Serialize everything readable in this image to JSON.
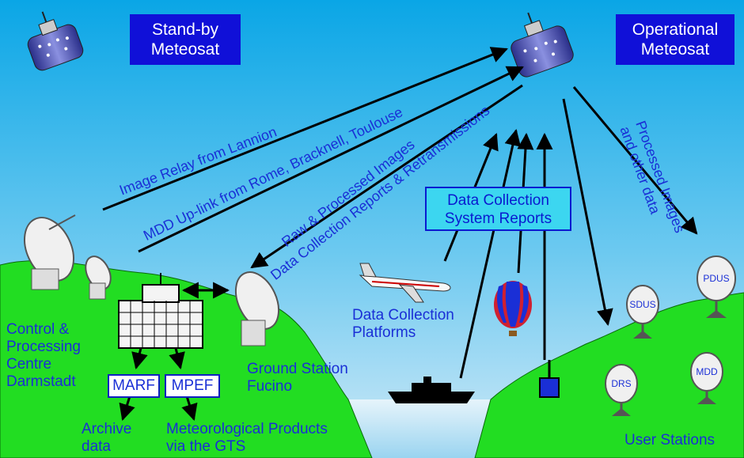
{
  "boxes": {
    "standby": [
      "Stand-by",
      "Meteosat"
    ],
    "operational": [
      "Operational",
      "Meteosat"
    ],
    "dcs_reports": [
      "Data Collection",
      "System Reports"
    ],
    "marf": "MARF",
    "mpef": "MPEF"
  },
  "links": {
    "image_relay": "Image Relay from Lannion",
    "mdd_uplink": "MDD Up-link from Rome, Bracknell, Toulouse",
    "raw_processed": "Raw & Processed Images",
    "dc_reports": "Data Collection Reports & Retransmissions",
    "processed_other": [
      "Processed Images",
      "and other data"
    ]
  },
  "labels": {
    "control": [
      "Control &",
      "Processing",
      "Centre",
      "Darmstadt"
    ],
    "ground_station": [
      "Ground Station",
      "Fucino"
    ],
    "dcp": [
      "Data Collection",
      "Platforms"
    ],
    "archive": [
      "Archive",
      "data"
    ],
    "met_products": [
      "Meteorological Products",
      "via the GTS"
    ],
    "user_stations": "User Stations"
  },
  "dishes": {
    "pdus": "PDUS",
    "sdus": "SDUS",
    "drs": "DRS",
    "mdd": "MDD"
  }
}
